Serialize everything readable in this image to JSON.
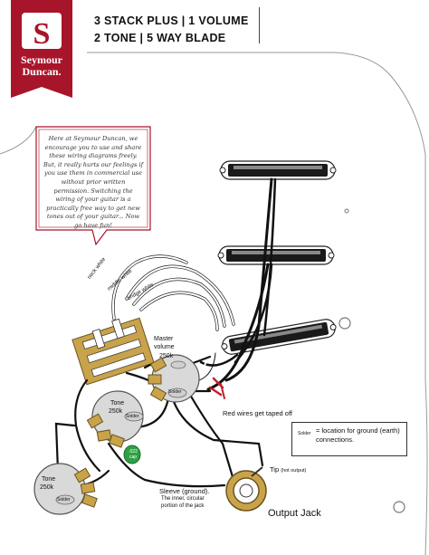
{
  "brand": {
    "logo_letter": "S",
    "name_line1": "Seymour",
    "name_line2": "Duncan.",
    "color": "#a8152a"
  },
  "header": {
    "line1": "3 STACK PLUS | 1 VOLUME",
    "line2": "2 TONE | 5 WAY BLADE"
  },
  "note": "Here at Seymour Duncan, we encourage you to use and share these wiring diagrams freely. But, it really hurts our feelings if you use them in commercial use without prior written permission. Switching the wiring of your guitar is a practically free way to get new tones out of your guitar... Now go have fun!",
  "switch_wire_labels": [
    "neck white",
    "middle white",
    "bridge white"
  ],
  "pots": {
    "volume": {
      "label": "Master volume",
      "value": "250k"
    },
    "tone1": {
      "label": "Tone",
      "value": "250k"
    },
    "tone2": {
      "label": "Tone",
      "value": "250k"
    }
  },
  "solder_label": "Solder",
  "cap_label": ".022 cap",
  "annotations": {
    "red_wires": "Red wires get taped off",
    "legend_text": "= location for ground (earth) connections.",
    "tip_label": "Tip",
    "tip_detail": "(hot output)",
    "sleeve_label": "Sleeve (ground).",
    "sleeve_detail_1": "The inner, circular",
    "sleeve_detail_2": "portion of the jack",
    "output_jack": "Output Jack"
  },
  "colors": {
    "wire_black": "#111111",
    "wire_white": "#f2f2f2",
    "wire_red": "#c0202a",
    "pot_body": "#d9d9d9",
    "lug_brass": "#c9a34a",
    "cap_green": "#2ea043",
    "note_border": "#a8152a"
  }
}
